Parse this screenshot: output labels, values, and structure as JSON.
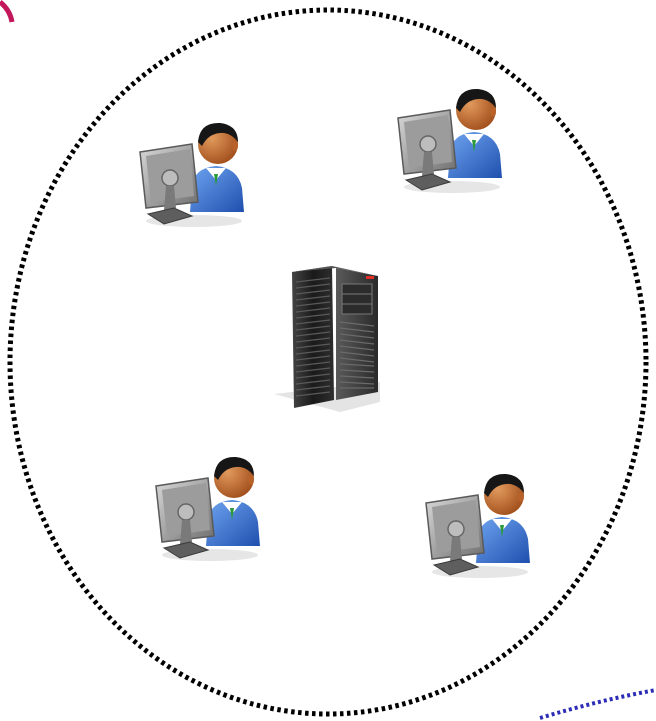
{
  "diagram": {
    "type": "network",
    "nodes": [
      {
        "id": "user-1",
        "kind": "workstation-user",
        "icon": "user-at-computer-icon"
      },
      {
        "id": "user-2",
        "kind": "workstation-user",
        "icon": "user-at-computer-icon"
      },
      {
        "id": "server",
        "kind": "server",
        "icon": "server-rack-icon"
      },
      {
        "id": "user-3",
        "kind": "workstation-user",
        "icon": "user-at-computer-icon"
      },
      {
        "id": "user-4",
        "kind": "workstation-user",
        "icon": "user-at-computer-icon"
      }
    ],
    "boundary": {
      "style": "dotted",
      "shape": "circle"
    }
  },
  "colors": {
    "boundary": "#000000",
    "corner_arc": "#c2185b",
    "connector": "#2d2db5",
    "shirt": "#2e6fd1",
    "skin": "#c46a2b",
    "hair": "#1a1a1a",
    "monitor": "#8a8a8a",
    "server_body": "#1c1c1c"
  }
}
